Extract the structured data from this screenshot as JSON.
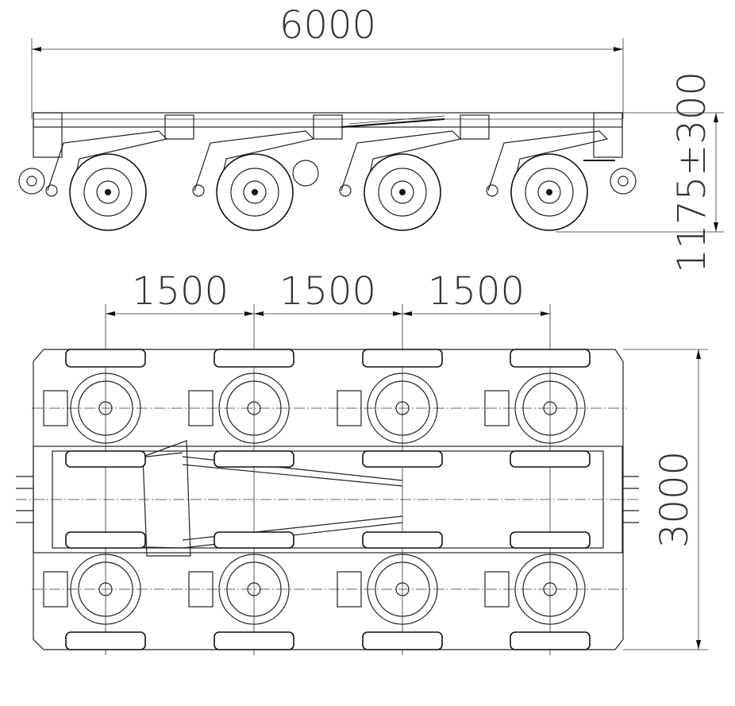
{
  "dimensions": {
    "overall_length": "6000",
    "height": "1175±300",
    "axle_spacing_1": "1500",
    "axle_spacing_2": "1500",
    "axle_spacing_3": "1500",
    "width": "3000"
  },
  "colors": {
    "line": "#111111",
    "background": "#ffffff"
  }
}
